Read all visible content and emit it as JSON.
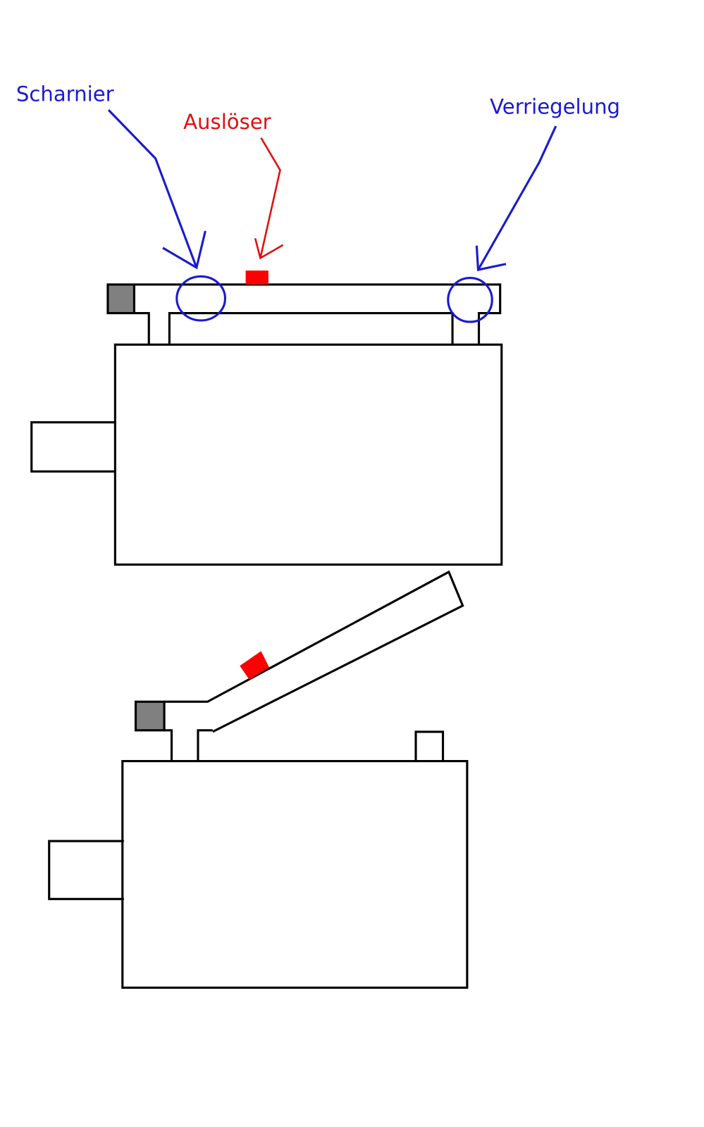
{
  "labels": {
    "hinge": "Scharnier",
    "trigger": "Auslöser",
    "lock": "Verriegelung"
  },
  "colors": {
    "label_blue": "#1a1ad0",
    "label_red": "#e01010",
    "trigger_red": "#ff0000",
    "hinge_block_gray": "#808080",
    "outline": "#000000"
  },
  "views": [
    "closed",
    "open"
  ]
}
